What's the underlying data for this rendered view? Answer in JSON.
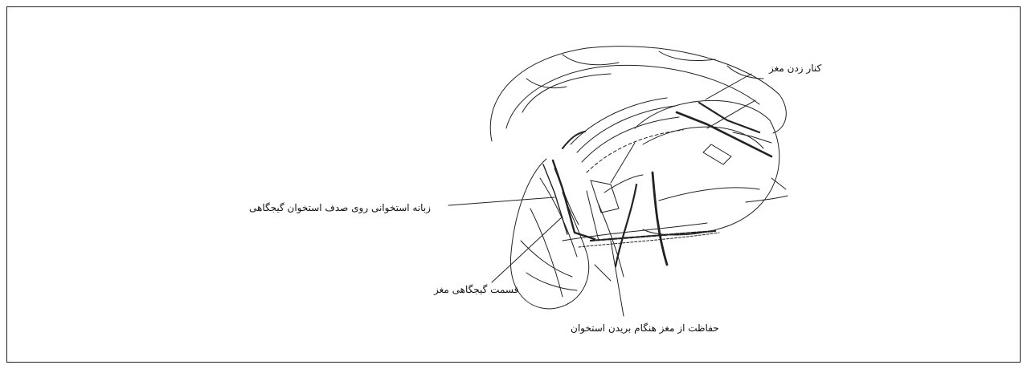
{
  "figure": {
    "labels": {
      "brain_retraction": "کنار زدن مغز",
      "bony_process": "زبانه استخوانی روی صدف استخوان گیجگاهی",
      "temporal_lobe": "قسمت گیجگاهی مغز",
      "brain_protection": "حفاظت از مغز هنگام بریدن استخوان"
    },
    "colors": {
      "ink": "#111111",
      "paper": "#ffffff"
    }
  }
}
